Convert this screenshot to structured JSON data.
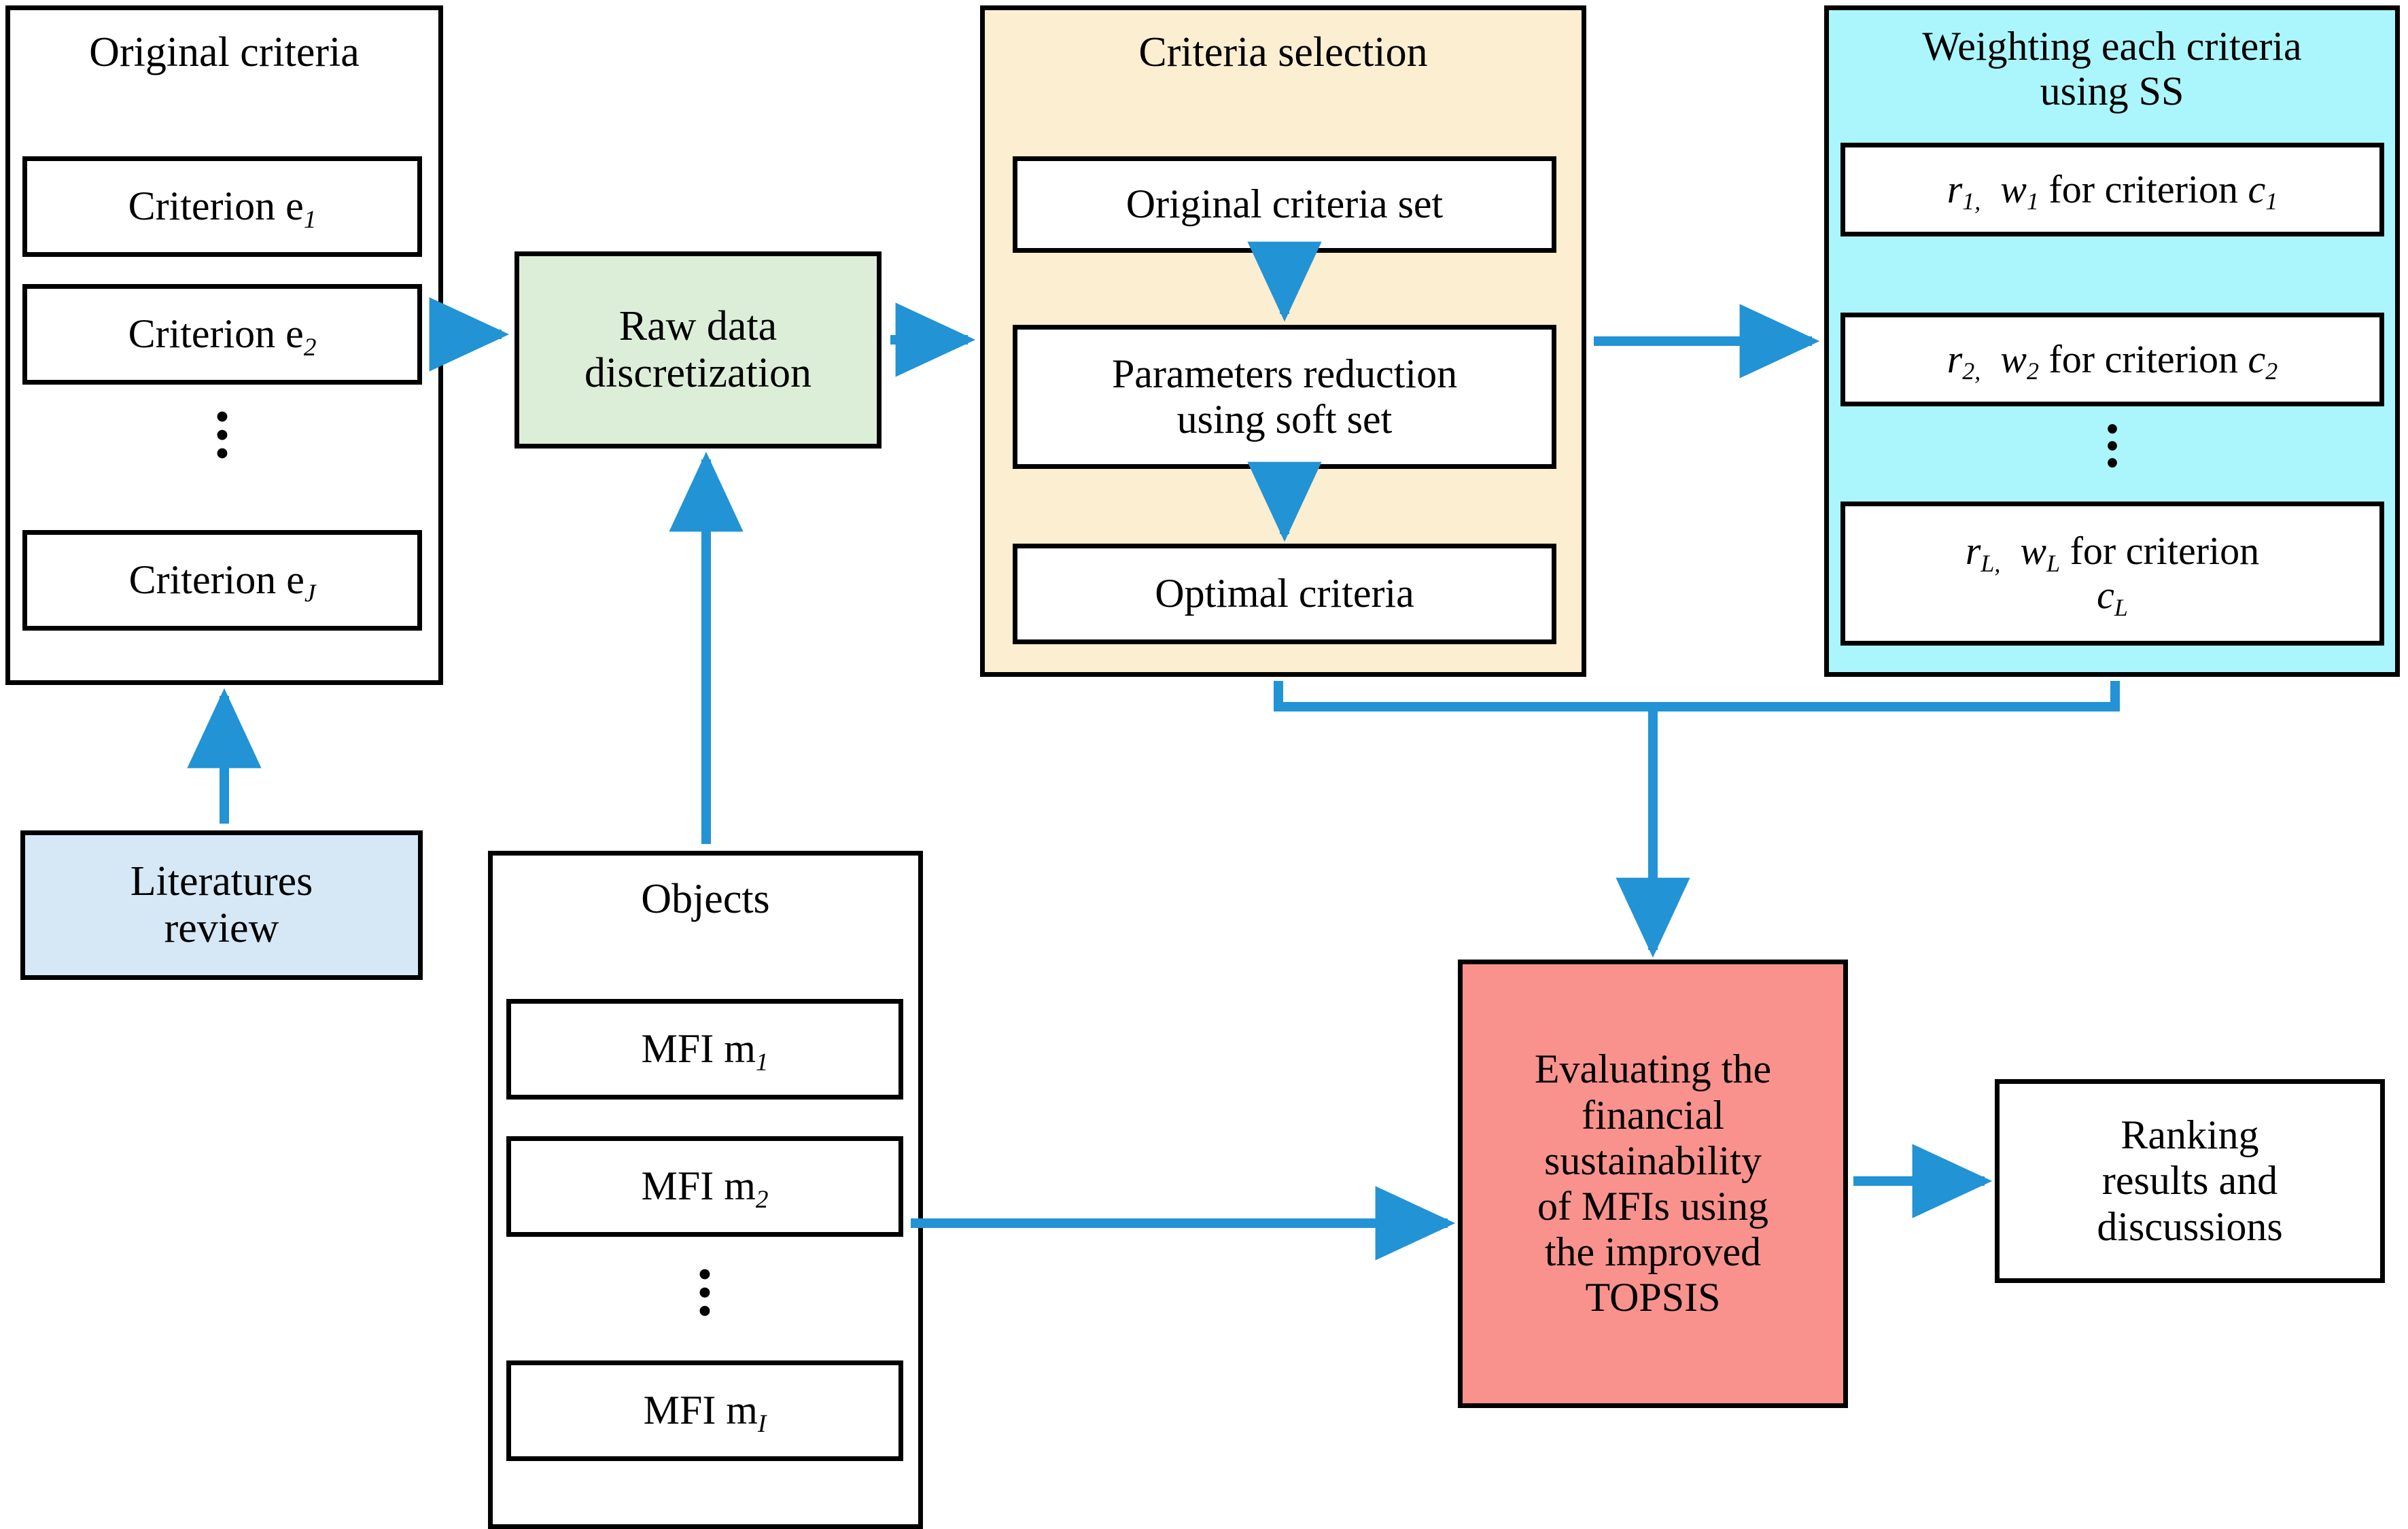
{
  "colors": {
    "arrow": "#2293d4",
    "stroke": "#000000",
    "group_original": "#ffffff",
    "group_objects": "#ffffff",
    "raw_data_fill": "#ddeed8",
    "criteria_selection_fill": "#fceed0",
    "weighting_fill": "#abf6fd",
    "literatures_fill": "#d6e8f6",
    "evaluating_fill": "#f9928d",
    "ranking_fill": "#ffffff"
  },
  "original_criteria": {
    "title": "Original criteria",
    "items": [
      {
        "label": "Criterion e",
        "sub": "1"
      },
      {
        "label": "Criterion e",
        "sub": "2"
      },
      {
        "label": "Criterion e",
        "sub": "J"
      }
    ],
    "ellipsis": "⋮"
  },
  "literatures_review": {
    "line1": "Literatures",
    "line2": "review"
  },
  "raw_data": {
    "line1": "Raw data",
    "line2": "discretization"
  },
  "objects": {
    "title": "Objects",
    "items": [
      {
        "label": "MFI m",
        "sub": "1"
      },
      {
        "label": "MFI m",
        "sub": "2"
      },
      {
        "label": "MFI m",
        "sub": "I"
      }
    ],
    "ellipsis": "⋮"
  },
  "criteria_selection": {
    "title": "Criteria selection",
    "steps": [
      {
        "text": "Original criteria set"
      },
      {
        "line1": "Parameters reduction",
        "line2": "using soft set"
      },
      {
        "text": "Optimal criteria"
      }
    ]
  },
  "weighting": {
    "title_line1": "Weighting each criteria",
    "title_line2": "using SS",
    "items": [
      {
        "r": "r",
        "rsub": "1,",
        "w": "w",
        "wsub": "1",
        "mid": " for criterion ",
        "c": "c",
        "csub": "1"
      },
      {
        "r": "r",
        "rsub": "2,",
        "w": "w",
        "wsub": "2",
        "mid": " for criterion ",
        "c": "c",
        "csub": "2"
      },
      {
        "r": "r",
        "rsub": "L,",
        "w": "w",
        "wsub": "L",
        "mid": " for criterion ",
        "c": "c",
        "csub": "L"
      }
    ],
    "ellipsis": "⋮"
  },
  "evaluating": {
    "lines": [
      "Evaluating the",
      "financial",
      "sustainability",
      "of MFIs using",
      "the improved",
      "TOPSIS"
    ]
  },
  "ranking": {
    "lines": [
      "Ranking",
      "results and",
      "discussions"
    ]
  }
}
